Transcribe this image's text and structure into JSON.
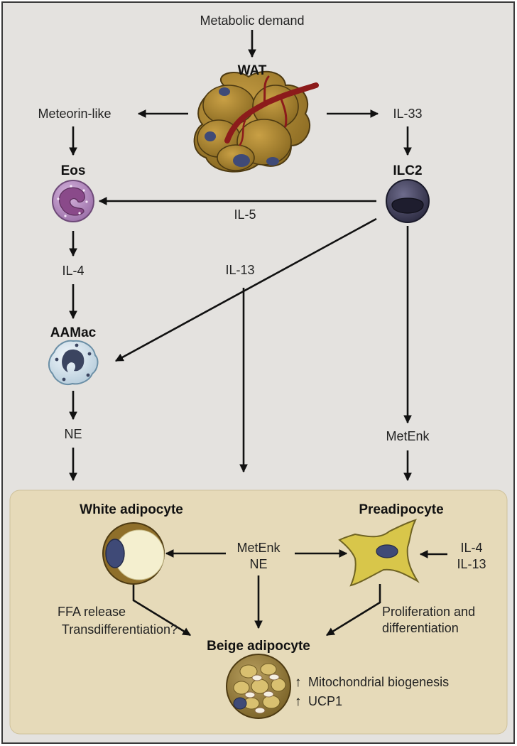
{
  "colors": {
    "frame_bg": "#e4e2df",
    "frame_border": "#3a3a3a",
    "box_bg": "#e6dab9",
    "fat_cell": "#a77f29",
    "vessel": "#8c1b1b",
    "nucleus": "#3f4a77",
    "eos": "#b88fc2",
    "ilc2": "#3d3b57",
    "aamac": "#d7e5ee",
    "preadipocyte": "#d8c64a"
  },
  "labels": {
    "metabolic_demand": "Metabolic demand",
    "wat": "WAT",
    "meteorin_like": "Meteorin-like",
    "il33": "IL-33",
    "eos": "Eos",
    "ilc2": "ILC2",
    "il5": "IL-5",
    "il4": "IL-4",
    "il13": "IL-13",
    "aamac": "AAMac",
    "ne": "NE",
    "metenk": "MetEnk",
    "white_adipocyte": "White adipocyte",
    "preadipocyte": "Preadipocyte",
    "center_metenk": "MetEnk",
    "center_ne": "NE",
    "right_il4": "IL-4",
    "right_il13": "IL-13",
    "ffa_release": "FFA release",
    "transdifferentiation": "Transdifferentiation?",
    "proliferation": "Proliferation and",
    "differentiation": "differentiation",
    "beige_adipocyte": "Beige adipocyte",
    "mito": "Mitochondrial biogenesis",
    "ucp1": "UCP1",
    "up_arrow": "↑"
  }
}
